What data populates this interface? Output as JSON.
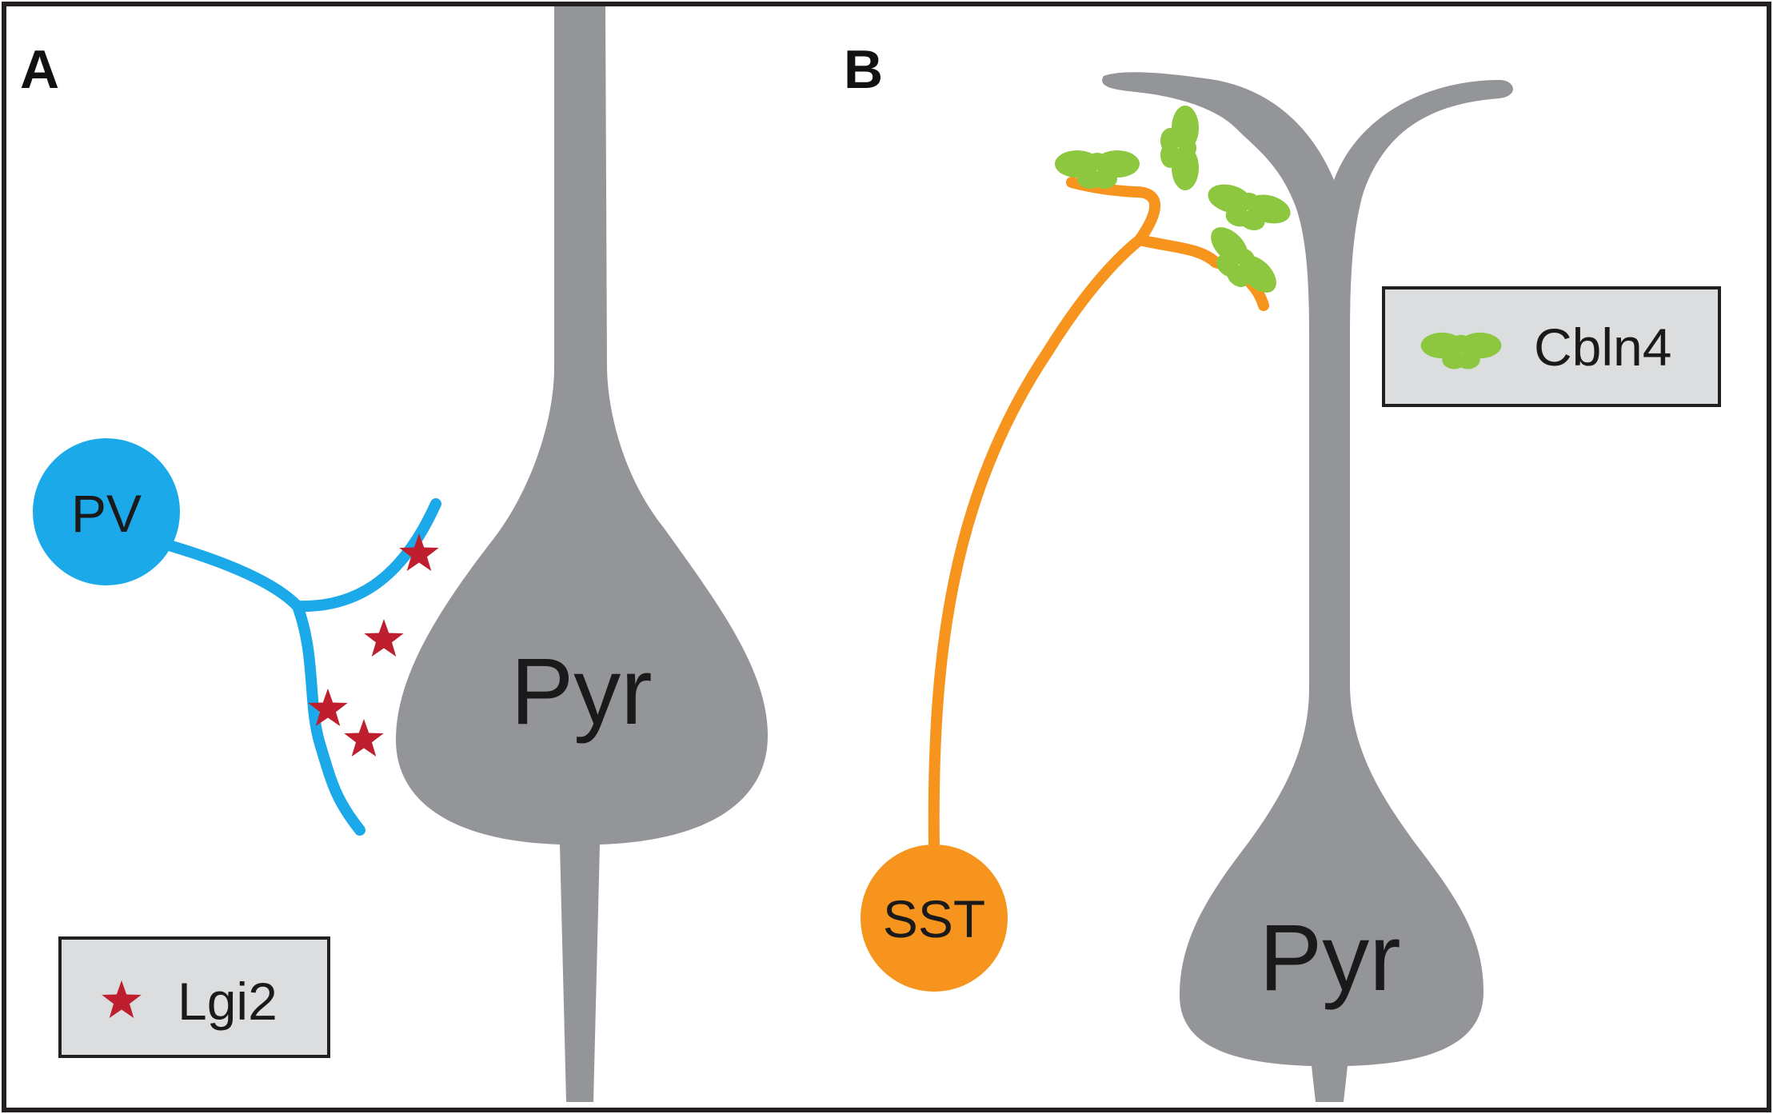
{
  "panels": {
    "a": {
      "letter": "A",
      "pyramidal_label": "Pyr",
      "interneuron_label": "PV",
      "legend_label": "Lgi2",
      "legend_icon": "red-star-icon"
    },
    "b": {
      "letter": "B",
      "pyramidal_label": "Pyr",
      "interneuron_label": "SST",
      "legend_label": "Cbln4",
      "legend_icon": "green-cluster-icon"
    }
  },
  "colors": {
    "pyramidal": "#939598",
    "pv": "#1BA9E9",
    "sst": "#F7941D",
    "lgi2": "#BE1E2D",
    "cbln4": "#8DC63F",
    "legend_bg": "#DCDDDE",
    "frame": "#231F20"
  }
}
